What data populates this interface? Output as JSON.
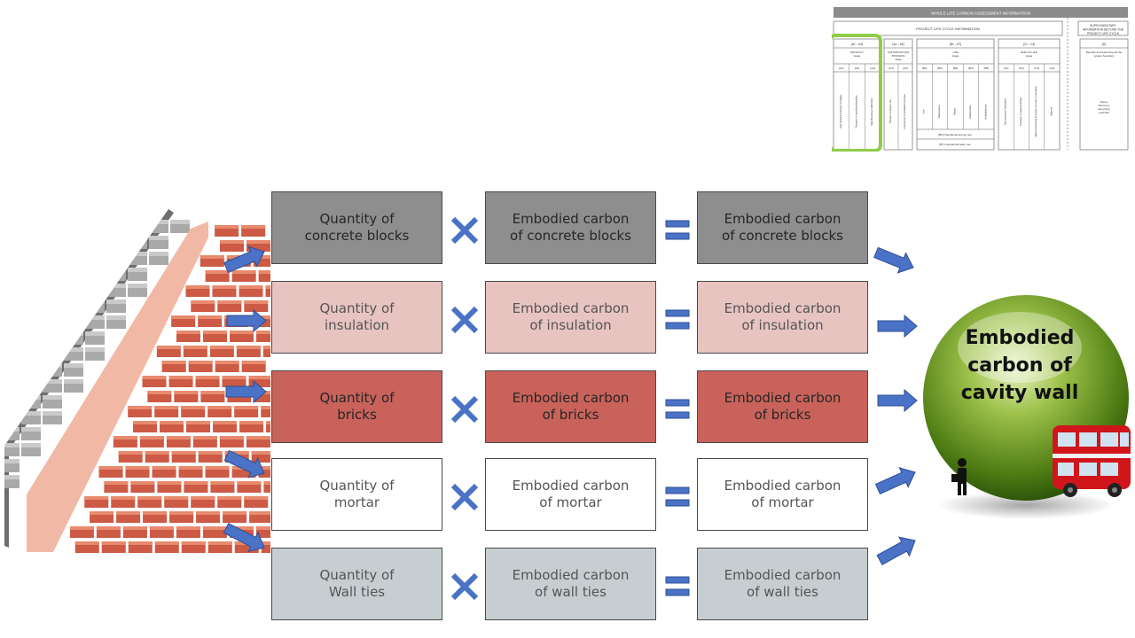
{
  "colors": {
    "concrete": "#8e8e8e",
    "insulation": "#e8c4c1",
    "bricks": "#c9625a",
    "mortar": "#ffffff",
    "wall_ties": "#c6ced1",
    "operator_blue": "#4a72c6",
    "highlight_green": "#8fcc4a"
  },
  "rows": [
    {
      "quantity": [
        "Quantity of",
        "concrete blocks"
      ],
      "factor": [
        "Embodied carbon",
        "of concrete blocks"
      ],
      "result": [
        "Embodied carbon",
        "of concrete blocks"
      ]
    },
    {
      "quantity": [
        "Quantity of",
        "insulation"
      ],
      "factor": [
        "Embodied carbon",
        "of insulation"
      ],
      "result": [
        "Embodied carbon",
        "of insulation"
      ]
    },
    {
      "quantity": [
        "Quantity of",
        "bricks"
      ],
      "factor": [
        "Embodied carbon",
        "of bricks"
      ],
      "result": [
        "Embodied carbon",
        "of bricks"
      ]
    },
    {
      "quantity": [
        "Quantity of",
        "mortar"
      ],
      "factor": [
        "Embodied carbon",
        "of mortar"
      ],
      "result": [
        "Embodied carbon",
        "of mortar"
      ]
    },
    {
      "quantity": [
        "Quantity of",
        "Wall ties"
      ],
      "factor": [
        "Embodied carbon",
        "of wall ties"
      ],
      "result": [
        "Embodied carbon",
        "of wall ties"
      ]
    }
  ],
  "output": {
    "lines": [
      "Embodied",
      "carbon of",
      "cavity wall"
    ]
  },
  "stage_table": {
    "title": "WHOLE LIFE CARBON ASSESSMENT INFORMATION",
    "project_header": "PROJECT LIFE CYCLE INFORMATION",
    "supplementary_header": [
      "SUPPLEMENTARY",
      "INFORMATION BEYOND THE",
      "PROJECT LIFE CYCLE"
    ],
    "groups": [
      {
        "range": "[A1 – A3]",
        "name": [
          "PRODUCT",
          "stage"
        ],
        "codes": [
          "[A1]",
          "[A2]",
          "[A3]"
        ],
        "labels": [
          "Raw material extraction & supply",
          "Transport to manufacturing plant",
          "Manufacturing & fabrication"
        ]
      },
      {
        "range": "[A4 – A5]",
        "name": [
          "CONSTRUCTION",
          "PROCESS",
          "stage"
        ],
        "codes": [
          "[A4]",
          "[A5]"
        ],
        "labels": [
          "Transport to project site",
          "Construction & installation process"
        ]
      },
      {
        "range": "[B1 – B7]",
        "name": [
          "USE",
          "stage"
        ],
        "codes": [
          "[B1]",
          "[B2]",
          "[B3]",
          "[B4]",
          "[B5]"
        ],
        "labels": [
          "Use",
          "Maintenance",
          "Repair",
          "Replacement",
          "Refurbishment"
        ]
      },
      {
        "range": "[C1 – C4]",
        "name": [
          "END OF LIFE",
          "stage"
        ],
        "codes": [
          "[C1]",
          "[C2]",
          "[C3]",
          "[C4]"
        ],
        "labels": [
          "Deconstruction Demolition",
          "Transport to disposal facility",
          "Waste processing for reuse, recovery or recycling",
          "Disposal"
        ]
      },
      {
        "range": "[D]",
        "name": [
          "Benefits and loads beyond the",
          "system boundary"
        ],
        "codes": [],
        "labels": [
          "Reuse",
          "Recovery",
          "Recycling",
          "potential"
        ]
      }
    ],
    "operational": [
      "[B6] Operational energy use",
      "[B7] Operational water use"
    ]
  }
}
